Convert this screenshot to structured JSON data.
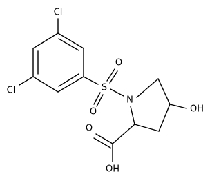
{
  "molecule": {
    "atoms": {
      "cl_top": "Cl",
      "cl_left": "Cl",
      "sulfur": "S",
      "oxygen_sulfonyl_top": "O",
      "oxygen_sulfonyl_bottom": "O",
      "nitrogen": "N",
      "hydroxyl": "OH",
      "carboxyl_oxygen": "O",
      "carboxyl_hydroxyl": "OH"
    }
  }
}
